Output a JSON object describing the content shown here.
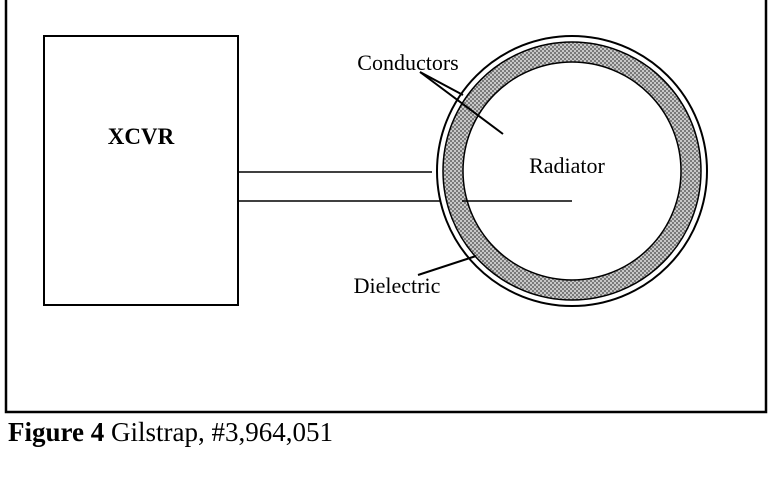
{
  "diagram": {
    "labels": {
      "xcvr": "XCVR",
      "conductors": "Conductors",
      "radiator": "Radiator",
      "dielectric": "Dielectric"
    }
  },
  "caption": {
    "figure_label": "Figure 4",
    "text": " Gilstrap, #3,964,051"
  }
}
